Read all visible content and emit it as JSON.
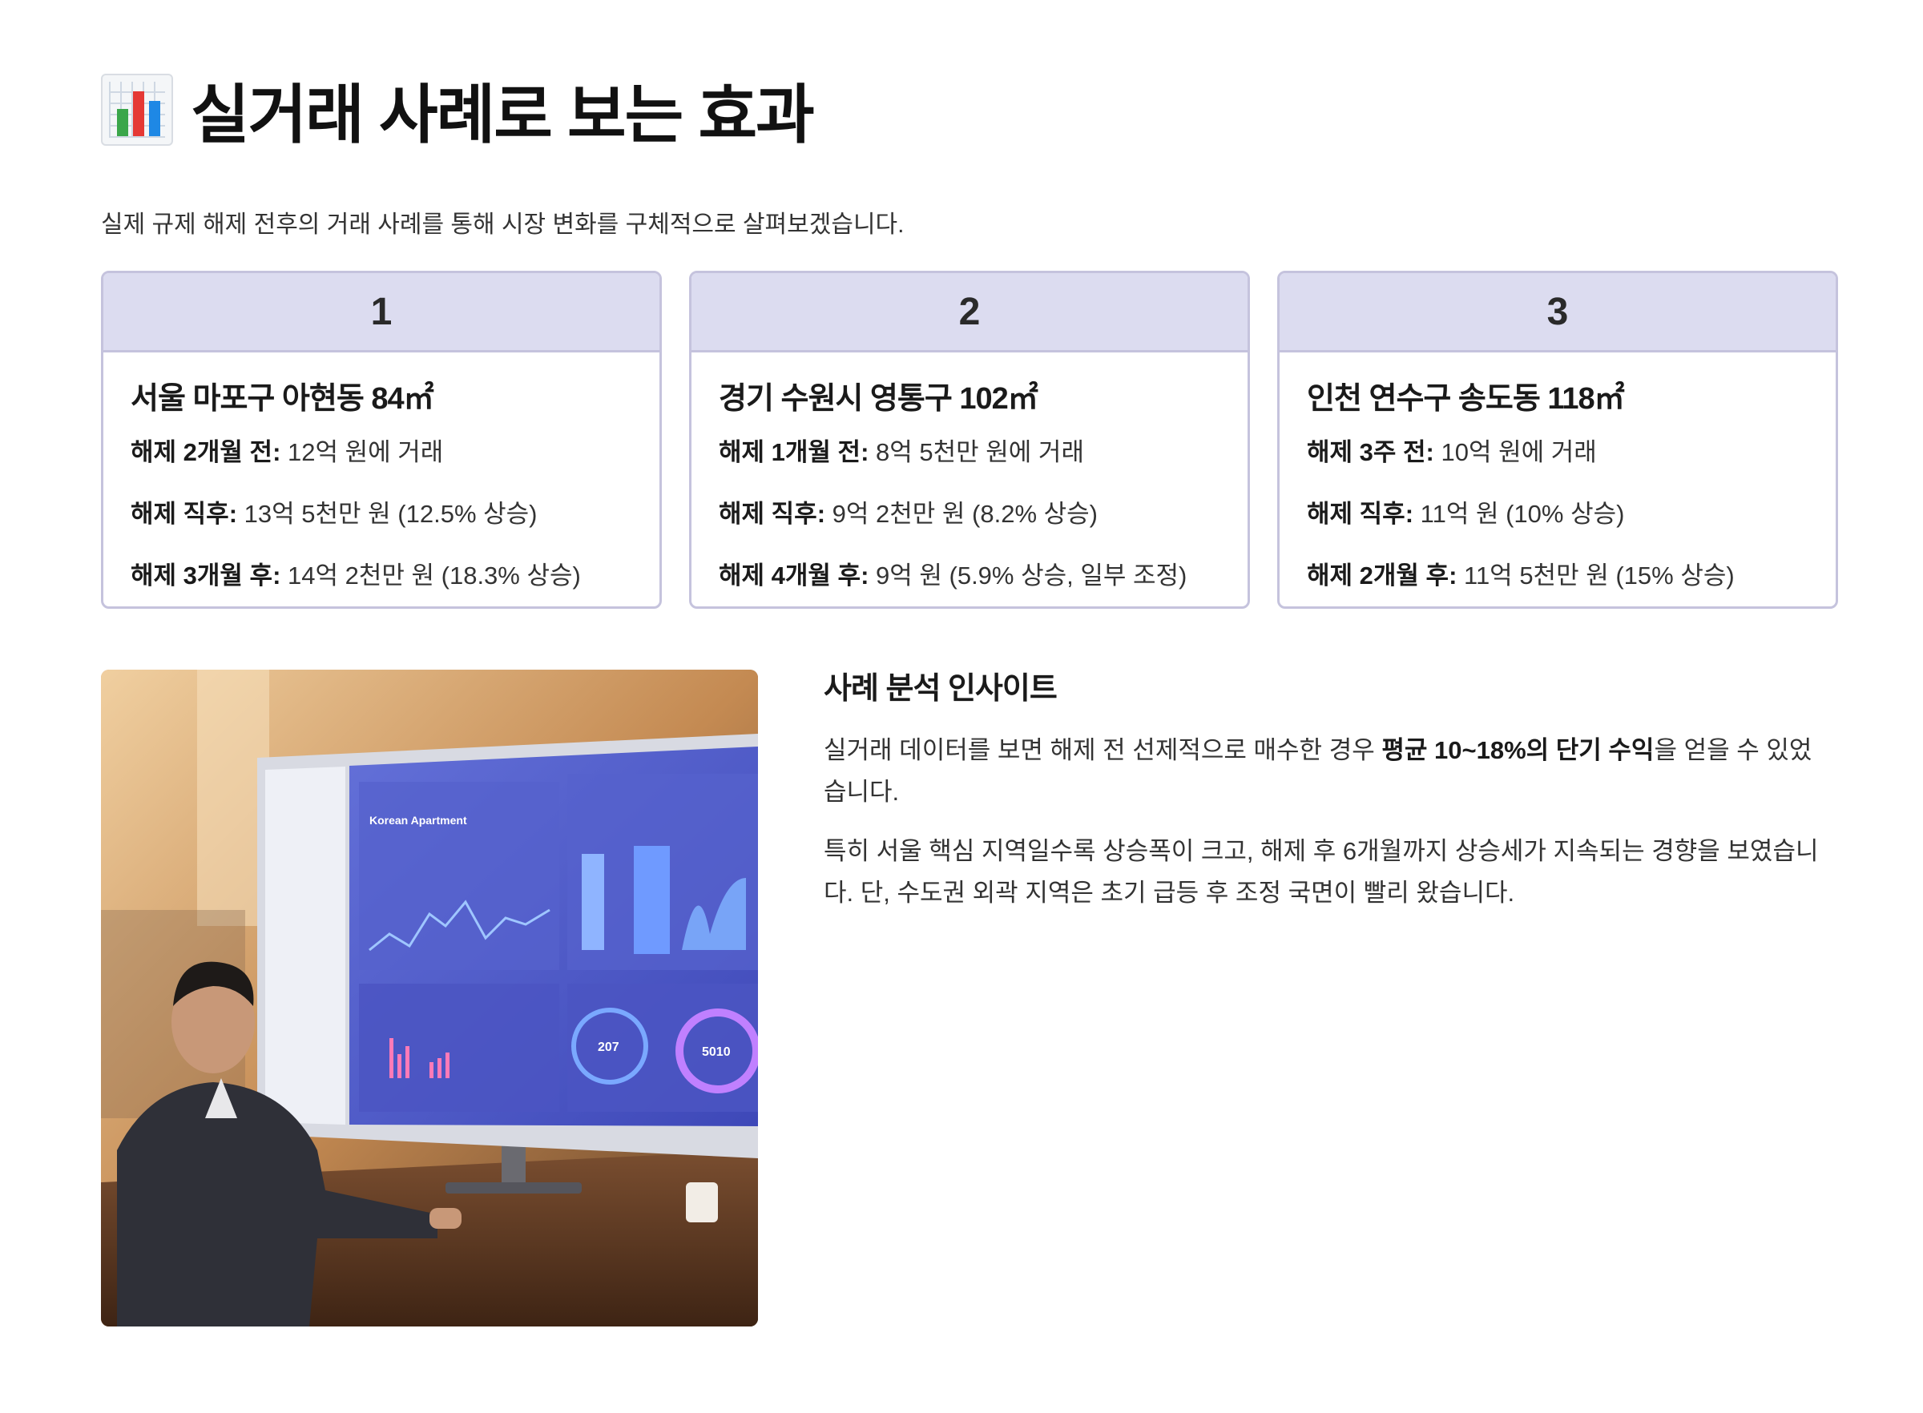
{
  "header": {
    "title": "실거래 사례로 보는 효과",
    "subtitle": "실제 규제 해제 전후의 거래 사례를 통해 시장 변화를 구체적으로 살펴보겠습니다."
  },
  "cases": [
    {
      "number": "1",
      "location": "서울 마포구 아현동 84㎡",
      "lines": [
        {
          "label": "해제 2개월 전:",
          "value": " 12억 원에 거래"
        },
        {
          "label": "해제 직후:",
          "value": " 13억 5천만 원 (12.5% 상승)"
        },
        {
          "label": "해제 3개월 후:",
          "value": " 14억 2천만 원 (18.3% 상승)"
        }
      ]
    },
    {
      "number": "2",
      "location": "경기 수원시 영통구 102㎡",
      "lines": [
        {
          "label": "해제 1개월 전:",
          "value": " 8억 5천만 원에 거래"
        },
        {
          "label": "해제 직후:",
          "value": " 9억 2천만 원 (8.2% 상승)"
        },
        {
          "label": "해제 4개월 후:",
          "value": " 9억 원 (5.9% 상승, 일부 조정)"
        }
      ]
    },
    {
      "number": "3",
      "location": "인천 연수구 송도동 118㎡",
      "lines": [
        {
          "label": "해제 3주 전:",
          "value": " 10억 원에 거래"
        },
        {
          "label": "해제 직후:",
          "value": " 11억 원 (10% 상승)"
        },
        {
          "label": "해제 2개월 후:",
          "value": " 11억 5천만 원 (15% 상승)"
        }
      ]
    }
  ],
  "photo": {
    "screen_heading": "Korean Apartment",
    "gauge_left": "207",
    "gauge_right": "5010"
  },
  "insight": {
    "title": "사례 분석 인사이트",
    "p1_before": "실거래 데이터를 보면 해제 전 선제적으로 매수한 경우 ",
    "p1_bold": "평균 10~18%의 단기 수익",
    "p1_after": "을 얻을 수 있었습니다.",
    "p2": "특히 서울 핵심 지역일수록 상승폭이 크고, 해제 후 6개월까지 상승세가 지속되는 경향을 보였습니다. 단, 수도권 외곽 지역은 초기 급등 후 조정 국면이 빨리 왔습니다."
  },
  "icons": {
    "title_icon": "bar-chart-icon"
  }
}
